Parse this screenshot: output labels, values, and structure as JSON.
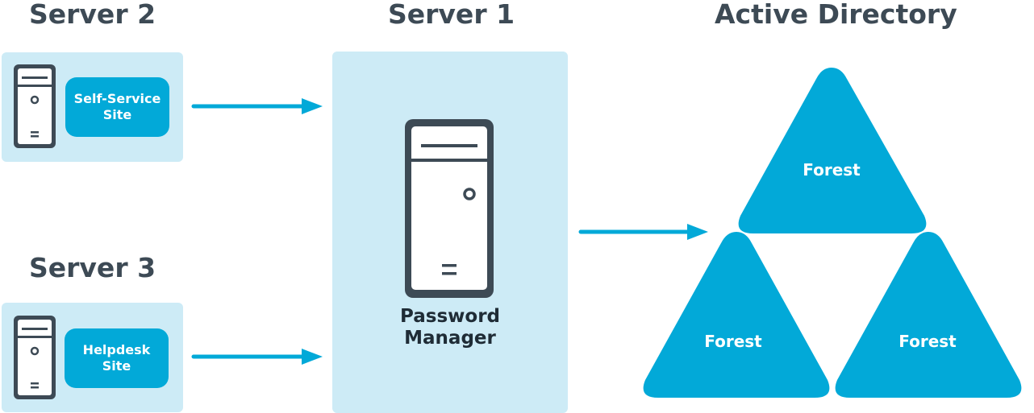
{
  "headings": {
    "server2": "Server 2",
    "server1": "Server 1",
    "server3": "Server 3",
    "active_directory": "Active Directory"
  },
  "sites": {
    "self_service": {
      "line1": "Self-Service",
      "line2": "Site"
    },
    "helpdesk": {
      "line1": "Helpdesk",
      "line2": "Site"
    }
  },
  "password_manager": {
    "line1": "Password",
    "line2": "Manager"
  },
  "forests": [
    "Forest",
    "Forest",
    "Forest"
  ],
  "colors": {
    "accent": "#02a9d8",
    "panel": "#cdebf6",
    "heading": "#3d4a55",
    "server_icon": "#3d4a55"
  },
  "icons": {
    "server": "server-tower-icon",
    "arrow": "right-arrow"
  }
}
